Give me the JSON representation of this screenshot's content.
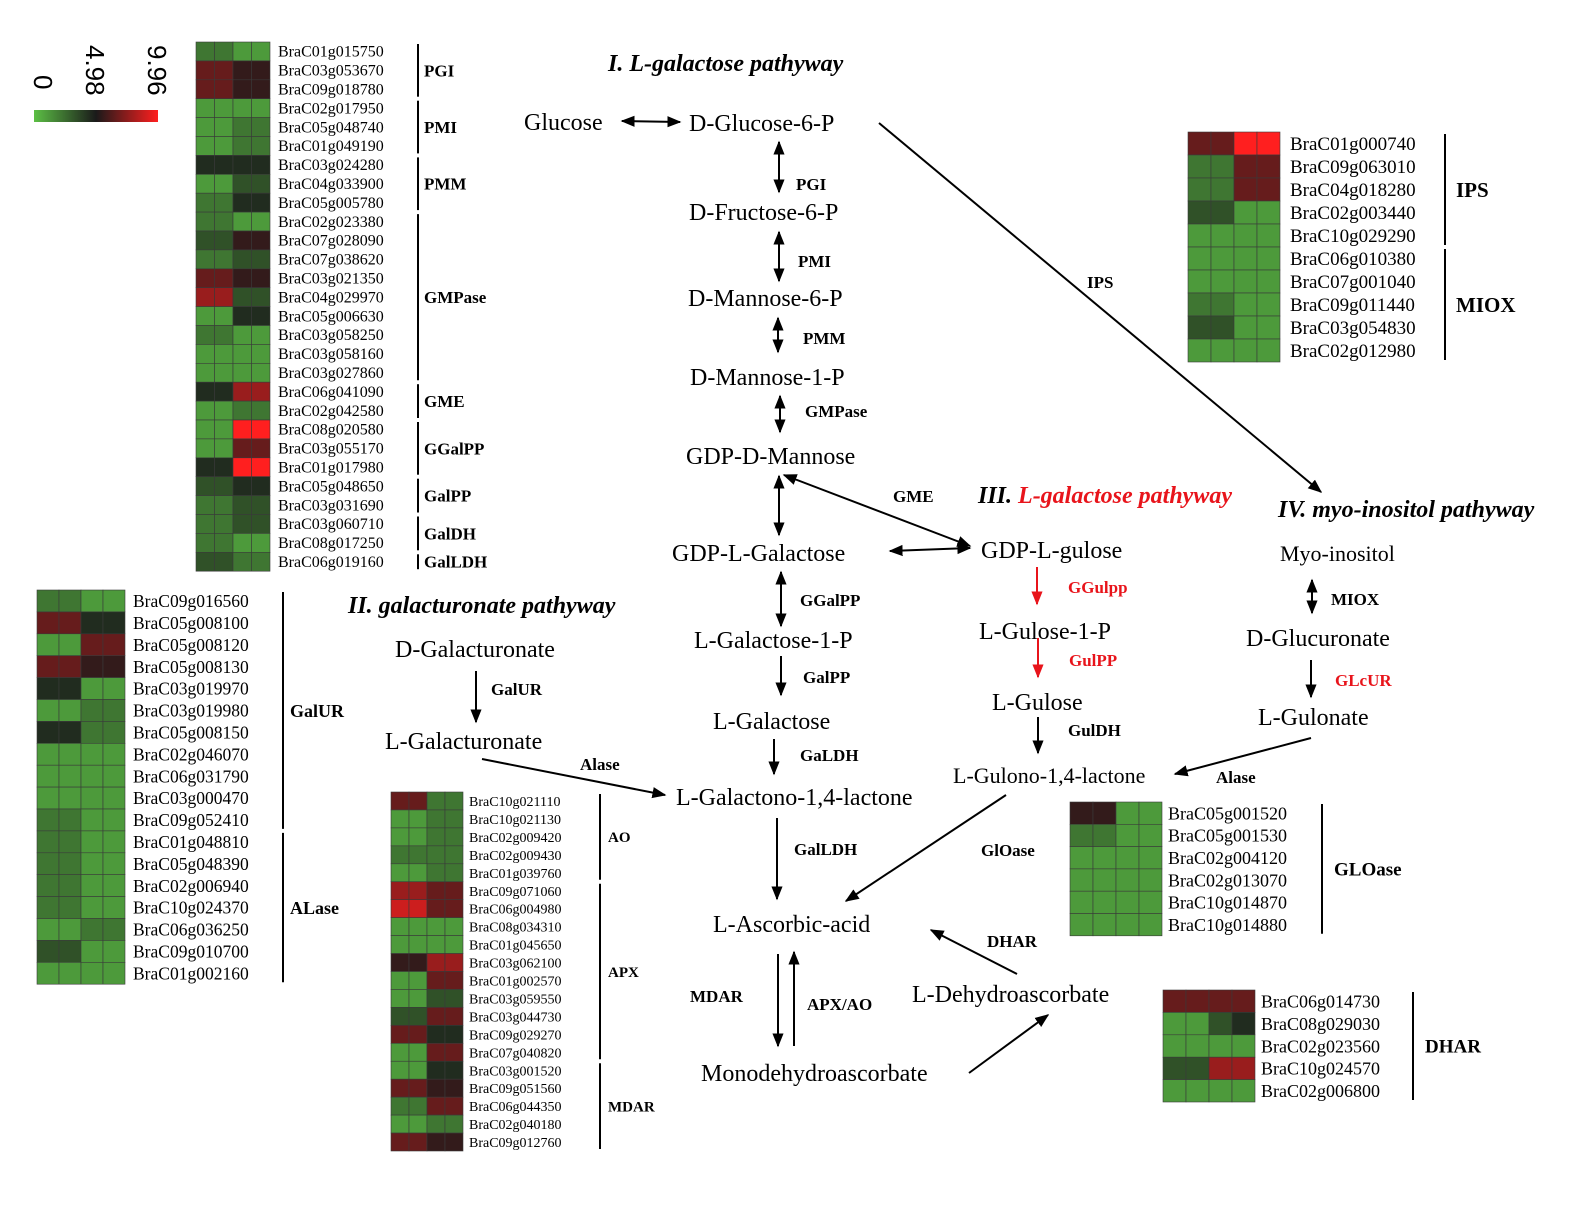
{
  "colors": {
    "low": "#5cbf45",
    "mid": "#1a1a1a",
    "high": "#ff1f1f",
    "arrow_black": "#000000",
    "arrow_red": "#e8141b",
    "title_red": "#e8141b"
  },
  "legend": {
    "min": "0",
    "mid": "4.98",
    "max": "9.96"
  },
  "titles": {
    "p1": "I. L-galactose pathyway",
    "p2": "II. galacturonate pathyway",
    "p3_prefix": "III.",
    "p3_main": "L-galactose pathyway",
    "p4": "IV. myo-inositol pathyway"
  },
  "metabolites": {
    "glucose": "Glucose",
    "g6p": "D-Glucose-6-P",
    "f6p": "D-Fructose-6-P",
    "m6p": "D-Mannose-6-P",
    "m1p": "D-Mannose-1-P",
    "gdp_man": "GDP-D-Mannose",
    "gdp_lgal": "GDP-L-Galactose",
    "lgal1p": "L-Galactose-1-P",
    "lgal": "L-Galactose",
    "lgalono": "L-Galactono-1,4-lactone",
    "asa": "L-Ascorbic-acid",
    "mdha": "Monodehydroascorbate",
    "dha": "L-Dehydroascorbate",
    "dgalur": "D-Galacturonate",
    "lgalur": "L-Galacturonate",
    "gdp_gul": "GDP-L-gulose",
    "lgul1p": "L-Gulose-1-P",
    "lgul": "L-Gulose",
    "lgulono": "L-Gulono-1,4-lactone",
    "myo": "Myo-inositol",
    "dglucur": "D-Glucuronate",
    "lgulon": "L-Gulonate"
  },
  "enzymes": {
    "pgi": "PGI",
    "pmi": "PMI",
    "pmm": "PMM",
    "gmpase": "GMPase",
    "gme": "GME",
    "ggalpp": "GGalPP",
    "galpp": "GalPP",
    "galdh": "GaLDH",
    "galldh": "GalLDH",
    "galur": "GalUR",
    "alase_left": "Alase",
    "ips": "IPS",
    "ggulpp": "GGulpp",
    "gulpp": "GulPP",
    "guldh": "GulDH",
    "miox": "MIOX",
    "glcur": "GLcUR",
    "alase_right": "Alase",
    "gloase": "GlOase",
    "dhar": "DHAR",
    "mdar": "MDAR",
    "apx_ao": "APX/AO"
  },
  "heatmaps": {
    "top_left": {
      "genes": [
        "BraC01g015750",
        "BraC03g053670",
        "BraC09g018780",
        "BraC02g017950",
        "BraC05g048740",
        "BraC01g049190",
        "BraC03g024280",
        "BraC04g033900",
        "BraC05g005780",
        "BraC02g023380",
        "BraC07g028090",
        "BraC07g038620",
        "BraC03g021350",
        "BraC04g029970",
        "BraC05g006630",
        "BraC03g058250",
        "BraC03g058160",
        "BraC03g027860",
        "BraC06g041090",
        "BraC02g042580",
        "BraC08g020580",
        "BraC03g055170",
        "BraC01g017980",
        "BraC05g048650",
        "BraC03g031690",
        "BraC03g060710",
        "BraC08g017250",
        "BraC06g019160"
      ],
      "groups": [
        {
          "label": "PGI",
          "start": 0,
          "end": 2
        },
        {
          "label": "PMI",
          "start": 3,
          "end": 5
        },
        {
          "label": "PMM",
          "start": 6,
          "end": 8
        },
        {
          "label": "GMPase",
          "start": 9,
          "end": 17
        },
        {
          "label": "GME",
          "start": 18,
          "end": 19
        },
        {
          "label": "GGalPP",
          "start": 20,
          "end": 22
        },
        {
          "label": "GalPP",
          "start": 23,
          "end": 24
        },
        {
          "label": "GalDH",
          "start": 25,
          "end": 26
        },
        {
          "label": "GalLDH",
          "start": 27,
          "end": 27
        }
      ],
      "values": [
        [
          2,
          2,
          1,
          1
        ],
        [
          6,
          6,
          5,
          5
        ],
        [
          6,
          6,
          5,
          5
        ],
        [
          1,
          1,
          1,
          1
        ],
        [
          1,
          1,
          2,
          2
        ],
        [
          1,
          1,
          2,
          2
        ],
        [
          4,
          4,
          4,
          4
        ],
        [
          1,
          1,
          3,
          3
        ],
        [
          2,
          2,
          4,
          4
        ],
        [
          2,
          2,
          1,
          1
        ],
        [
          3,
          3,
          5,
          5
        ],
        [
          2,
          2,
          3,
          3
        ],
        [
          6,
          6,
          5,
          5
        ],
        [
          7,
          7,
          3,
          3
        ],
        [
          1,
          1,
          4,
          4
        ],
        [
          2,
          2,
          1,
          1
        ],
        [
          1,
          1,
          1,
          1
        ],
        [
          1,
          1,
          1,
          1
        ],
        [
          4,
          4,
          7,
          7
        ],
        [
          1,
          1,
          2,
          2
        ],
        [
          1,
          1,
          9,
          9
        ],
        [
          1,
          1,
          6,
          6
        ],
        [
          4,
          4,
          9,
          9
        ],
        [
          3,
          3,
          4,
          4
        ],
        [
          2,
          2,
          3,
          3
        ],
        [
          2,
          2,
          3,
          3
        ],
        [
          2,
          2,
          1,
          1
        ],
        [
          3,
          3,
          2,
          2
        ]
      ]
    },
    "ips_miox": {
      "genes": [
        "BraC01g000740",
        "BraC09g063010",
        "BraC04g018280",
        "BraC02g003440",
        "BraC10g029290",
        "BraC06g010380",
        "BraC07g001040",
        "BraC09g011440",
        "BraC03g054830",
        "BraC02g012980"
      ],
      "groups": [
        {
          "label": "IPS",
          "start": 0,
          "end": 4
        },
        {
          "label": "MIOX",
          "start": 5,
          "end": 9
        }
      ],
      "values": [
        [
          6,
          6,
          9,
          9
        ],
        [
          2,
          2,
          6,
          6
        ],
        [
          2,
          2,
          6,
          6
        ],
        [
          3,
          3,
          1,
          1
        ],
        [
          1,
          1,
          1,
          1
        ],
        [
          1,
          1,
          1,
          1
        ],
        [
          1,
          1,
          1,
          1
        ],
        [
          2,
          2,
          1,
          1
        ],
        [
          3,
          3,
          1,
          1
        ],
        [
          1,
          1,
          1,
          1
        ]
      ]
    },
    "galur_alase": {
      "genes": [
        "BraC09g016560",
        "BraC05g008100",
        "BraC05g008120",
        "BraC05g008130",
        "BraC03g019970",
        "BraC03g019980",
        "BraC05g008150",
        "BraC02g046070",
        "BraC06g031790",
        "BraC03g000470",
        "BraC09g052410",
        "BraC01g048810",
        "BraC05g048390",
        "BraC02g006940",
        "BraC10g024370",
        "BraC06g036250",
        "BraC09g010700",
        "BraC01g002160"
      ],
      "groups": [
        {
          "label": "GalUR",
          "start": 0,
          "end": 10
        },
        {
          "label": "ALase",
          "start": 11,
          "end": 17
        }
      ],
      "values": [
        [
          2,
          2,
          1,
          1
        ],
        [
          6,
          6,
          4,
          4
        ],
        [
          1,
          1,
          6,
          6
        ],
        [
          6,
          6,
          5,
          5
        ],
        [
          4,
          4,
          1,
          1
        ],
        [
          1,
          1,
          2,
          2
        ],
        [
          4,
          4,
          2,
          2
        ],
        [
          1,
          1,
          1,
          1
        ],
        [
          1,
          1,
          1,
          1
        ],
        [
          1,
          1,
          1,
          1
        ],
        [
          2,
          2,
          1,
          1
        ],
        [
          2,
          2,
          1,
          1
        ],
        [
          2,
          2,
          1,
          1
        ],
        [
          2,
          2,
          1,
          1
        ],
        [
          2,
          2,
          1,
          1
        ],
        [
          1,
          1,
          2,
          2
        ],
        [
          3,
          3,
          1,
          1
        ],
        [
          1,
          1,
          1,
          1
        ]
      ]
    },
    "ao_apx_mdar": {
      "genes": [
        "BraC10g021110",
        "BraC10g021130",
        "BraC02g009420",
        "BraC02g009430",
        "BraC01g039760",
        "BraC09g071060",
        "BraC06g004980",
        "BraC08g034310",
        "BraC01g045650",
        "BraC03g062100",
        "BraC01g002570",
        "BraC03g059550",
        "BraC03g044730",
        "BraC09g029270",
        "BraC07g040820",
        "BraC03g001520",
        "BraC09g051560",
        "BraC06g044350",
        "BraC02g040180",
        "BraC09g012760"
      ],
      "groups": [
        {
          "label": "AO",
          "start": 0,
          "end": 4
        },
        {
          "label": "APX",
          "start": 5,
          "end": 14
        },
        {
          "label": "MDAR",
          "start": 15,
          "end": 19
        }
      ],
      "values": [
        [
          6,
          6,
          2,
          2
        ],
        [
          1,
          1,
          2,
          2
        ],
        [
          1,
          1,
          2,
          2
        ],
        [
          2,
          2,
          2,
          2
        ],
        [
          1,
          1,
          2,
          2
        ],
        [
          7,
          7,
          6,
          6
        ],
        [
          8,
          8,
          6,
          6
        ],
        [
          1,
          1,
          1,
          1
        ],
        [
          1,
          1,
          1,
          1
        ],
        [
          5,
          5,
          7,
          7
        ],
        [
          1,
          1,
          6,
          6
        ],
        [
          1,
          1,
          3,
          3
        ],
        [
          3,
          3,
          6,
          6
        ],
        [
          6,
          6,
          4,
          4
        ],
        [
          1,
          1,
          6,
          6
        ],
        [
          1,
          1,
          4,
          4
        ],
        [
          6,
          6,
          5,
          5
        ],
        [
          2,
          2,
          6,
          6
        ],
        [
          1,
          1,
          2,
          2
        ],
        [
          6,
          6,
          5,
          5
        ]
      ]
    },
    "gloase": {
      "genes": [
        "BraC05g001520",
        "BraC05g001530",
        "BraC02g004120",
        "BraC02g013070",
        "BraC10g014870",
        "BraC10g014880"
      ],
      "groups": [
        {
          "label": "GLOase",
          "start": 0,
          "end": 5
        }
      ],
      "values": [
        [
          5,
          5,
          1,
          1
        ],
        [
          2,
          2,
          1,
          1
        ],
        [
          1,
          1,
          1,
          1
        ],
        [
          1,
          1,
          1,
          1
        ],
        [
          1,
          1,
          1,
          1
        ],
        [
          1,
          1,
          1,
          1
        ]
      ]
    },
    "dhar": {
      "genes": [
        "BraC06g014730",
        "BraC08g029030",
        "BraC02g023560",
        "BraC10g024570",
        "BraC02g006800"
      ],
      "groups": [
        {
          "label": "DHAR",
          "start": 0,
          "end": 4
        }
      ],
      "values": [
        [
          6,
          6,
          6,
          6
        ],
        [
          1,
          1,
          3,
          4
        ],
        [
          1,
          1,
          1,
          1
        ],
        [
          3,
          3,
          7,
          7
        ],
        [
          1,
          1,
          1,
          1
        ]
      ]
    }
  }
}
